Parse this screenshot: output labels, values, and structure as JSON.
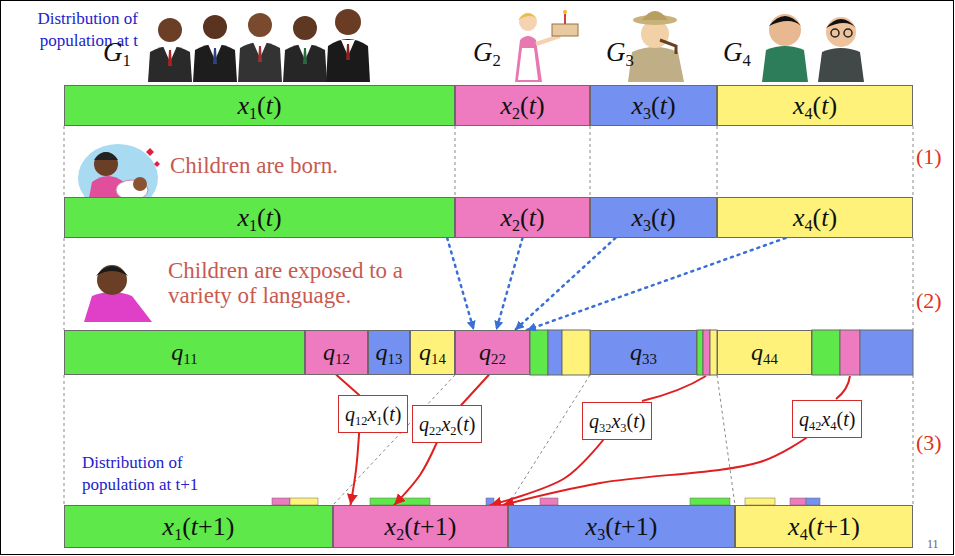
{
  "diagram": {
    "nodes": [
      {
        "text": [
          "x1(t)"
        ]
      },
      {
        "text": [
          "x2(t)"
        ]
      },
      {
        "text": [
          "x3(t)"
        ]
      },
      {
        "text": [
          "x4(t)"
        ]
      },
      {
        "text": [
          "x1(t)"
        ]
      },
      {
        "text": [
          "x2(t)"
        ]
      },
      {
        "text": [
          "x3(t)"
        ]
      },
      {
        "text": [
          "x4(t)"
        ]
      },
      {
        "text": [
          "q11"
        ]
      },
      {
        "text": [
          "q12"
        ]
      },
      {
        "text": [
          "q13"
        ]
      },
      {
        "text": [
          "q14"
        ]
      },
      {
        "text": [
          "q22"
        ]
      },
      {
        "text": [
          "q33"
        ]
      },
      {
        "text": [
          "q44"
        ]
      },
      {
        "text": [
          "q12x1(t)"
        ]
      },
      {
        "text": [
          "q22x2(t)"
        ]
      },
      {
        "text": [
          "q32x3(t)"
        ]
      },
      {
        "text": [
          "q42x4(t)"
        ]
      },
      {
        "text": [
          "x1(t+1)"
        ]
      },
      {
        "text": [
          "x2(t+1)"
        ]
      },
      {
        "text": [
          "x3(t+1)"
        ]
      },
      {
        "text": [
          "x4(t+1)"
        ]
      }
    ],
    "edges": [
      {
        "from": 4,
        "to": 12,
        "arrow": "to"
      },
      {
        "from": 5,
        "to": 12,
        "arrow": "to"
      },
      {
        "from": 6,
        "to": 12,
        "arrow": "to"
      },
      {
        "from": 7,
        "to": 12,
        "arrow": "to"
      },
      {
        "from": 9,
        "to": 15,
        "arrow": "none"
      },
      {
        "from": 15,
        "to": 20,
        "arrow": "to"
      },
      {
        "from": 12,
        "to": 16,
        "arrow": "none"
      },
      {
        "from": 16,
        "to": 20,
        "arrow": "to"
      },
      {
        "from": 17,
        "to": 20,
        "arrow": "to"
      },
      {
        "from": 18,
        "to": 20,
        "arrow": "to"
      }
    ],
    "labels": [
      "Distribution of population at t",
      "G1",
      "G2",
      "G3",
      "G4",
      "Children are born.",
      "(1)",
      "Children are exposed to a variety of language.",
      "(2)",
      "(3)",
      "Distribution of population at t+1",
      "11"
    ]
  }
}
